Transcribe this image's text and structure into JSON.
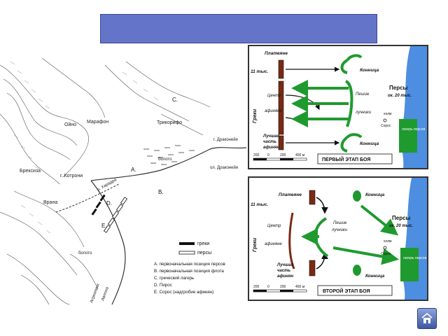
{
  "title": "",
  "map": {
    "places": {
      "marathon": "Марафон",
      "ointa": "Ойно",
      "trikorif": "Трикорифо",
      "drakonera_top": "г. Драконейя",
      "drakonera_mid": "ол. Драконейя",
      "brexia": "Брексиза",
      "kotroni": "г. Котрони",
      "vrana": "Врана",
      "kharadra": "р. Харадра",
      "lake": "болото",
      "marsh": "болото",
      "agrieliki": "Агриэлики",
      "avlona": "Авлона"
    },
    "markers": [
      "A.",
      "B.",
      "C.",
      "D.",
      "E."
    ],
    "legend": {
      "greeks": "греки",
      "persians": "персы",
      "items": [
        "A. первоначальная позиция персов",
        "B. первоначальная позиция флота",
        "C. греческий лагерь",
        "D. Пирос",
        "E. Сорос (надгробие афинян)"
      ]
    }
  },
  "panel1": {
    "plateans": "Платеяне",
    "greeks_count": "11 тыс.",
    "greeks_vertical": "Греки",
    "centre": "Центр",
    "athenians": "афиняне",
    "best_part": "Лучшая",
    "best_part2": "часть",
    "best_part3": "афинян",
    "cavalry_top": "Конница",
    "cavalry_bottom": "Конница",
    "infantry": "Пешие",
    "archers": "лучники",
    "persians": "Персы",
    "persians_count": "ок. 20 тыс.",
    "hill": "холм",
    "soros": "Сорос",
    "camp": "лагерь персов",
    "scale": [
      "200",
      "0",
      "200",
      "400 м"
    ],
    "stage": "ПЕРВЫЙ ЭТАП БОЯ"
  },
  "panel2": {
    "plateans": "Платеяне",
    "greeks_count": "11 тыс.",
    "greeks_vertical": "Греки",
    "centre": "Центр",
    "athenians": "афиняне",
    "best_part": "Лучшая",
    "best_part2": "часть",
    "best_part3": "афинян",
    "cavalry_top": "Конница",
    "cavalry_bottom": "Конница",
    "infantry": "Пешие",
    "archers": "лучники",
    "persians": "Персы",
    "persians_count": "ок. 20 тыс.",
    "hill": "холм",
    "soros": "Сорос",
    "camp": "лагерь персов",
    "scale": [
      "200",
      "0",
      "200",
      "400 м"
    ],
    "stage": "ВТОРОЙ ЭТАП БОЯ"
  },
  "colors": {
    "title_bar": "#6474c8",
    "green": "#1f9a2e",
    "sea": "#4d8ee0",
    "brown": "#7a2a12"
  },
  "nav": {
    "icon": "home-icon"
  }
}
